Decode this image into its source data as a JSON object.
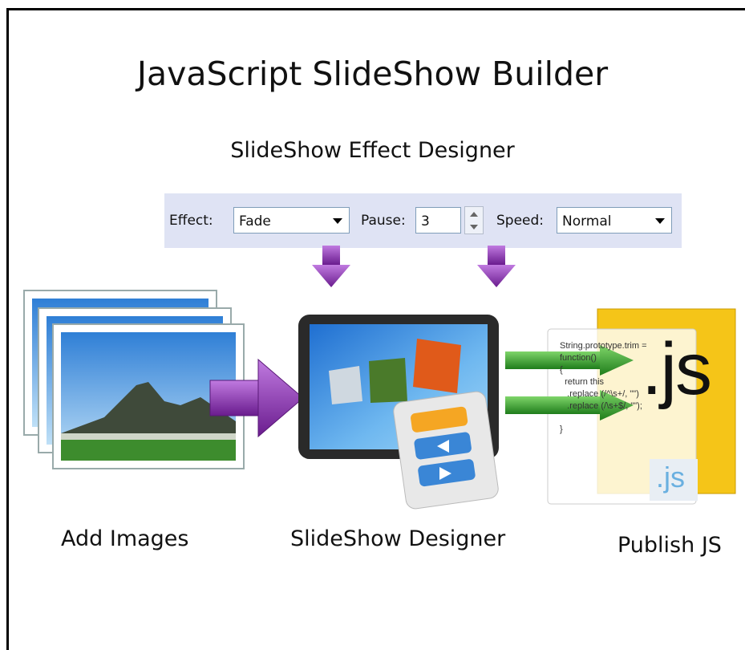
{
  "page": {
    "title": "JavaScript SlideShow Builder",
    "subtitle": "SlideShow Effect Designer"
  },
  "toolbar": {
    "effect_label": "Effect:",
    "effect_value": "Fade",
    "pause_label": "Pause:",
    "pause_value": "3",
    "speed_label": "Speed:",
    "speed_value": "Normal"
  },
  "captions": {
    "add_images": "Add Images",
    "designer": "SlideShow Designer",
    "publish": "Publish JS"
  },
  "js_graphic": {
    "big_text": ".js",
    "small_text": ".js",
    "code_lines": [
      "String.prototype.trim =",
      "function()",
      "{",
      "  return this",
      "   .replace (/^\\s+/, \"\")",
      "   .replace (/\\s+$/, \"\");",
      "}"
    ]
  },
  "colors": {
    "toolbar_bg": "#dfe3f4",
    "arrow_purple": "#8a2fb0",
    "arrow_green": "#3aa52e",
    "js_yellow": "#f5c518"
  }
}
